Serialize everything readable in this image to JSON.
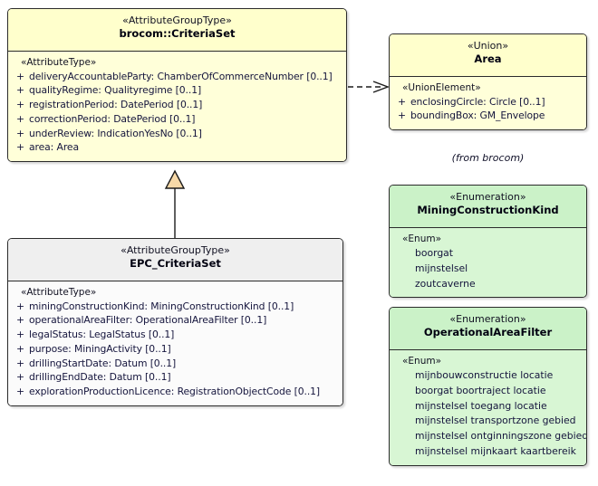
{
  "diagram": {
    "type": "uml-class-diagram",
    "title": "",
    "colors": {
      "class_fill": "#ffffd9",
      "class_header": "#ffffcc",
      "enum_fill": "#d8f6d4",
      "enum_header": "#cbf2c8",
      "subclass_header": "#efefef",
      "border": "#2b2b2b",
      "generalization_arrow_fill": "#f7d9a8"
    },
    "notes": [
      {
        "text": "(from brocom)"
      }
    ]
  },
  "classes": {
    "criteriaSet": {
      "stereotype": "«AttributeGroupType»",
      "name": "brocom::CriteriaSet",
      "group_stereotype": "«AttributeType»",
      "attributes": [
        {
          "visibility": "+",
          "signature": "deliveryAccountableParty: ChamberOfCommerceNumber [0..1]"
        },
        {
          "visibility": "+",
          "signature": "qualityRegime: Qualityregime [0..1]"
        },
        {
          "visibility": "+",
          "signature": "registrationPeriod: DatePeriod [0..1]"
        },
        {
          "visibility": "+",
          "signature": "correctionPeriod: DatePeriod [0..1]"
        },
        {
          "visibility": "+",
          "signature": "underReview: IndicationYesNo [0..1]"
        },
        {
          "visibility": "+",
          "signature": "area: Area"
        }
      ]
    },
    "area": {
      "stereotype": "«Union»",
      "name": "Area",
      "group_stereotype": "«UnionElement»",
      "attributes": [
        {
          "visibility": "+",
          "signature": "enclosingCircle: Circle [0..1]"
        },
        {
          "visibility": "+",
          "signature": "boundingBox: GM_Envelope"
        }
      ],
      "package_note": "(from brocom)"
    },
    "epcCriteriaSet": {
      "stereotype": "«AttributeGroupType»",
      "name": "EPC_CriteriaSet",
      "group_stereotype": "«AttributeType»",
      "attributes": [
        {
          "visibility": "+",
          "signature": "miningConstructionKind: MiningConstructionKind [0..1]"
        },
        {
          "visibility": "+",
          "signature": "operationalAreaFilter: OperationalAreaFilter [0..1]"
        },
        {
          "visibility": "+",
          "signature": "legalStatus: LegalStatus [0..1]"
        },
        {
          "visibility": "+",
          "signature": "purpose: MiningActivity [0..1]"
        },
        {
          "visibility": "+",
          "signature": "drillingStartDate: Datum [0..1]"
        },
        {
          "visibility": "+",
          "signature": "drillingEndDate: Datum [0..1]"
        },
        {
          "visibility": "+",
          "signature": "explorationProductionLicence: RegistrationObjectCode [0..1]"
        }
      ]
    }
  },
  "enumerations": {
    "miningConstructionKind": {
      "stereotype": "«Enumeration»",
      "name": "MiningConstructionKind",
      "group_stereotype": "«Enum»",
      "literals": [
        "boorgat",
        "mijnstelsel",
        "zoutcaverne"
      ]
    },
    "operationalAreaFilter": {
      "stereotype": "«Enumeration»",
      "name": "OperationalAreaFilter",
      "group_stereotype": "«Enum»",
      "literals": [
        "mijnbouwconstructie locatie",
        "boorgat boortraject locatie",
        "mijnstelsel toegang locatie",
        "mijnstelsel transportzone gebied",
        "mijnstelsel ontginningszone gebied",
        "mijnstelsel mijnkaart kaartbereik"
      ]
    }
  },
  "relationships": [
    {
      "kind": "dependency",
      "style": "dashed-open-arrow",
      "from": "brocom::CriteriaSet",
      "to": "Area"
    },
    {
      "kind": "generalization",
      "style": "solid-hollow-triangle",
      "from": "EPC_CriteriaSet",
      "to": "brocom::CriteriaSet"
    }
  ]
}
